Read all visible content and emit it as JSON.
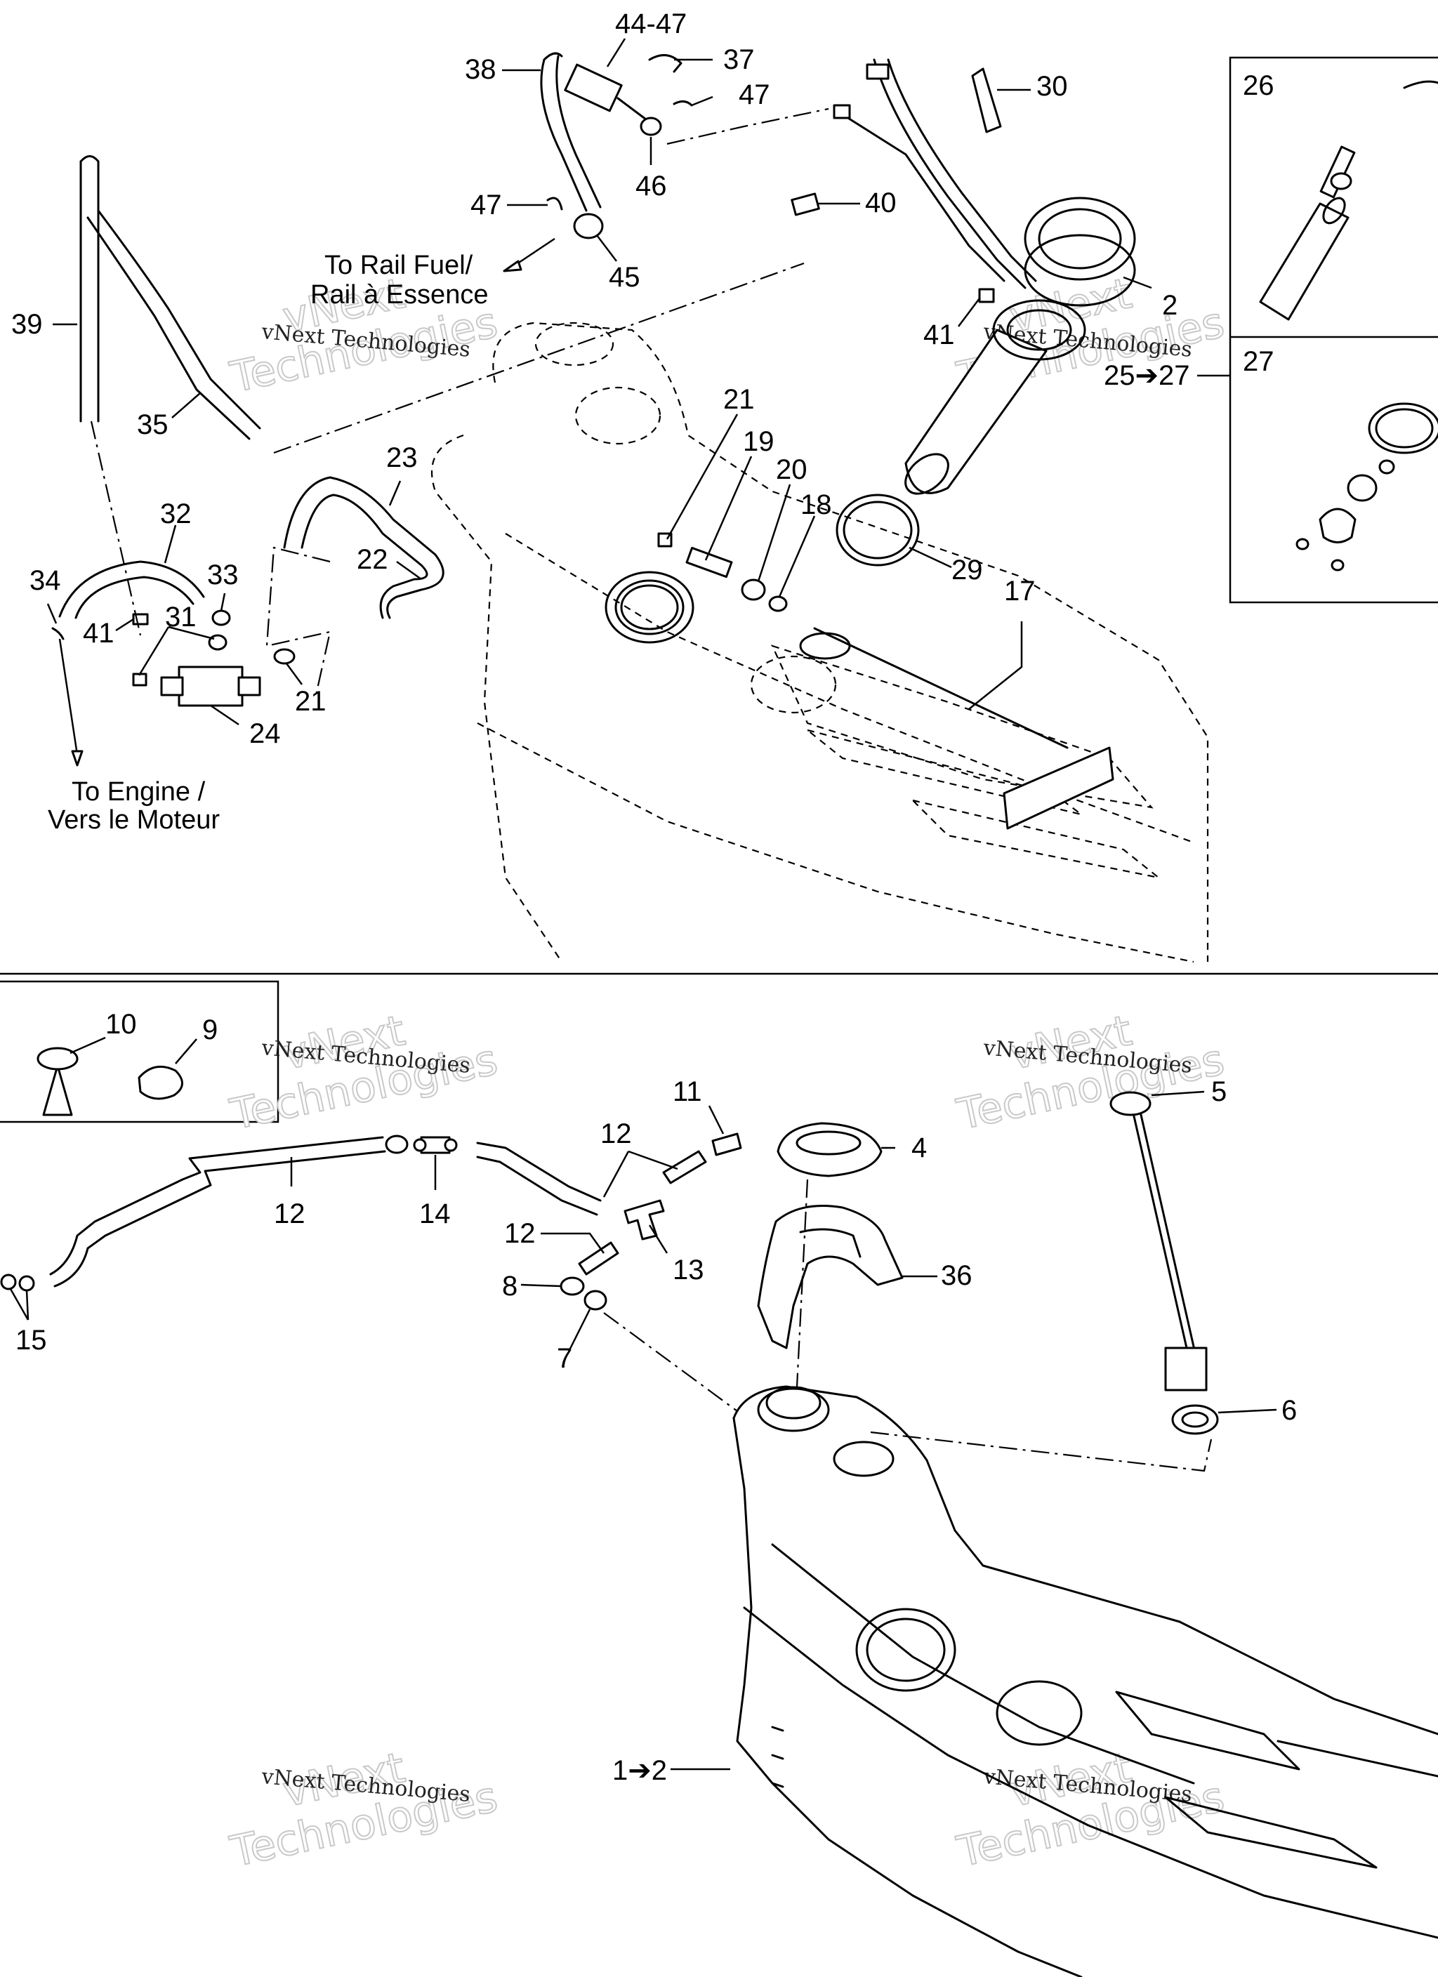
{
  "callouts": {
    "c_44_47": "44-47",
    "c_37": "37",
    "c_38": "38",
    "c_47a": "47",
    "c_46": "46",
    "c_47b": "47",
    "c_45": "45",
    "c_30": "30",
    "c_40": "40",
    "c_2a": "2",
    "c_41a": "41",
    "c_25_27": "25➔27",
    "c_26": "26",
    "c_27": "27",
    "c_39": "39",
    "c_35": "35",
    "c_21a": "21",
    "c_19": "19",
    "c_20": "20",
    "c_18": "18",
    "c_29": "29",
    "c_17": "17",
    "c_23": "23",
    "c_22": "22",
    "c_32": "32",
    "c_34": "34",
    "c_33": "33",
    "c_41b": "41",
    "c_31": "31",
    "c_21b": "21",
    "c_24": "24",
    "c_10": "10",
    "c_9": "9",
    "c_11": "11",
    "c_12a": "12",
    "c_4": "4",
    "c_5": "5",
    "c_12b": "12",
    "c_14": "14",
    "c_12c": "12",
    "c_13": "13",
    "c_36": "36",
    "c_8": "8",
    "c_7": "7",
    "c_15": "15",
    "c_6": "6",
    "c_1_2": "1➔2"
  },
  "notes": {
    "rail_en": "To Rail Fuel/",
    "rail_fr": "Rail à Essence",
    "engine_en": "To Engine /",
    "engine_fr": "Vers le Moteur"
  },
  "watermark": {
    "line_small": "vNext Technologies",
    "line_top": "vNext",
    "line_bottom": "Technologies"
  }
}
